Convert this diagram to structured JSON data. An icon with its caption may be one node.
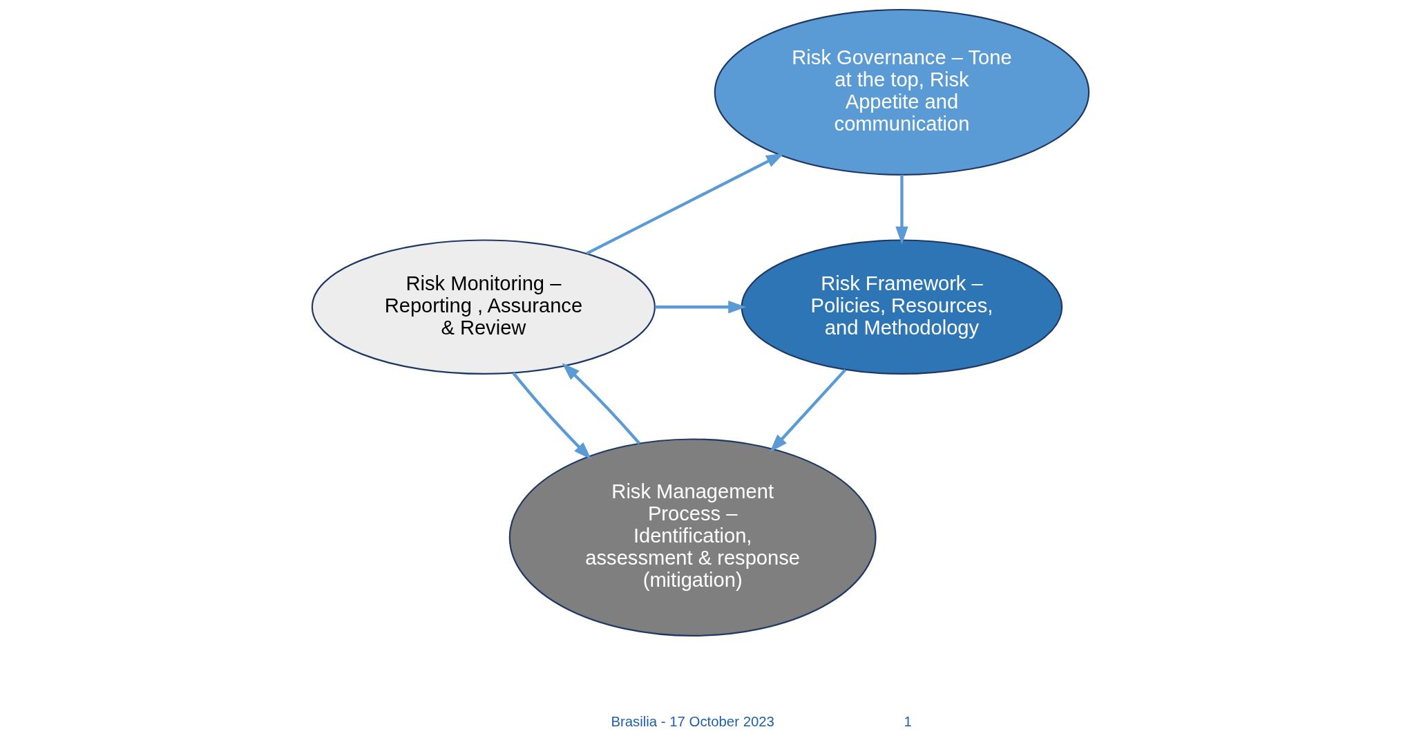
{
  "diagram": {
    "nodes": [
      {
        "text": [
          "Risk Governance – Tone at the top, Risk Appetite and communication"
        ]
      },
      {
        "text": [
          "Risk Monitoring – Reporting , Assurance & Review"
        ]
      },
      {
        "text": [
          "Risk Framework – Policies, Resources, and Methodology"
        ]
      },
      {
        "text": [
          "Risk Management Process – Identification, assessment & response (mitigation)"
        ]
      }
    ],
    "edges": [
      {
        "from": 1,
        "to": 0,
        "arrow": "to"
      },
      {
        "from": 0,
        "to": 2,
        "arrow": "to"
      },
      {
        "from": 2,
        "to": 3,
        "arrow": "to"
      },
      {
        "from": 3,
        "to": 1,
        "arrow": "to"
      },
      {
        "from": 1,
        "to": 2,
        "arrow": "to"
      },
      {
        "from": 1,
        "to": 3,
        "arrow": "to"
      }
    ],
    "labels": [
      "Brasilia - 17 October 2023",
      "1"
    ]
  }
}
